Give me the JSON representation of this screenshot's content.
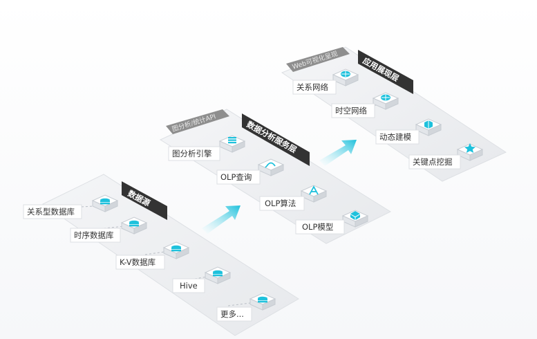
{
  "layers": [
    {
      "title": "数据源",
      "items": [
        "关系型数据库",
        "时序数据库",
        "K-V数据库",
        "Hive",
        "更多..."
      ],
      "icons": [
        "database-icon",
        "database-icon",
        "database-icon",
        "database-icon",
        "database-icon"
      ]
    },
    {
      "title": "数据分析服务层",
      "subtitle": "图分析/统计API",
      "items": [
        "图分析引擎",
        "OLP查询",
        "OLP算法",
        "OLP模型"
      ],
      "icons": [
        "server-stack-icon",
        "query-icon",
        "algorithm-icon",
        "model-cube-icon"
      ]
    },
    {
      "title": "应用展现层",
      "subtitle": "Web可视化呈现",
      "items": [
        "关系网络",
        "时空网络",
        "动态建模",
        "关键点挖掘"
      ],
      "icons": [
        "globe-network-icon",
        "globe-network-icon",
        "dynamic-model-icon",
        "keypoint-star-icon"
      ]
    }
  ],
  "colors": {
    "accent": "#1ec1dc",
    "header_dark": "#333333",
    "header_gray": "#8e8e8e",
    "platform": "#eceef1",
    "platform_border": "#dcdfe3",
    "arrow_start": "#ffffff",
    "arrow_end": "#1ec1dc"
  }
}
